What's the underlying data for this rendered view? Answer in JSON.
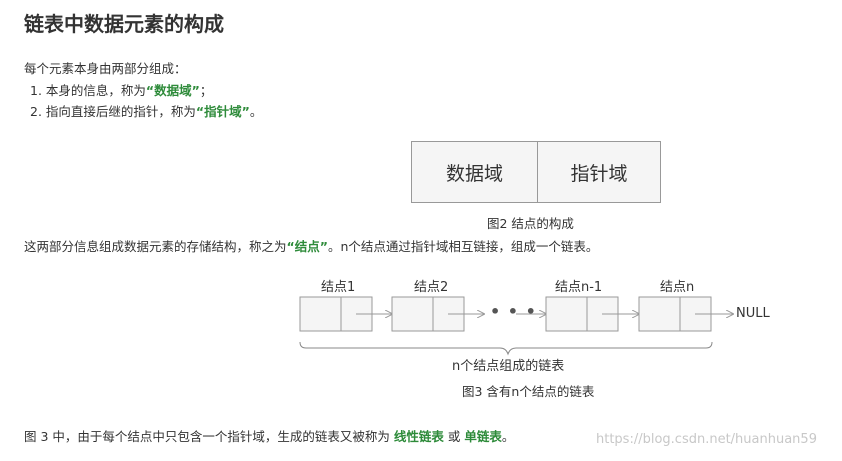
{
  "title": "链表中数据元素的构成",
  "intro": "每个元素本身由两部分组成：",
  "list": [
    {
      "prefix": "1. 本身的信息，称为",
      "term": "“数据域”",
      "suffix": "；"
    },
    {
      "prefix": "2. 指向直接后继的指针，称为",
      "term": "“指针域”",
      "suffix": "。"
    }
  ],
  "fig2": {
    "data_field": "数据域",
    "pointer_field": "指针域",
    "caption": "图2 结点的构成"
  },
  "para2": {
    "prefix": "这两部分信息组成数据元素的存储结构，称之为",
    "term": "“结点”",
    "suffix": "。n个结点通过指针域相互链接，组成一个链表。"
  },
  "fig3": {
    "nodes": [
      "结点1",
      "结点2",
      "结点n-1",
      "结点n"
    ],
    "ellipsis": "• • •",
    "null_label": "NULL",
    "brace_label": "n个结点组成的链表",
    "caption": "图3 含有n个结点的链表"
  },
  "para3": {
    "prefix": "图 3 中，由于每个结点中只包含一个指针域，生成的链表又被称为",
    "term1": "线性链表",
    "middle": "或",
    "term2": "单链表",
    "suffix": "。"
  },
  "watermark": "https://blog.csdn.net/huanhuan59"
}
